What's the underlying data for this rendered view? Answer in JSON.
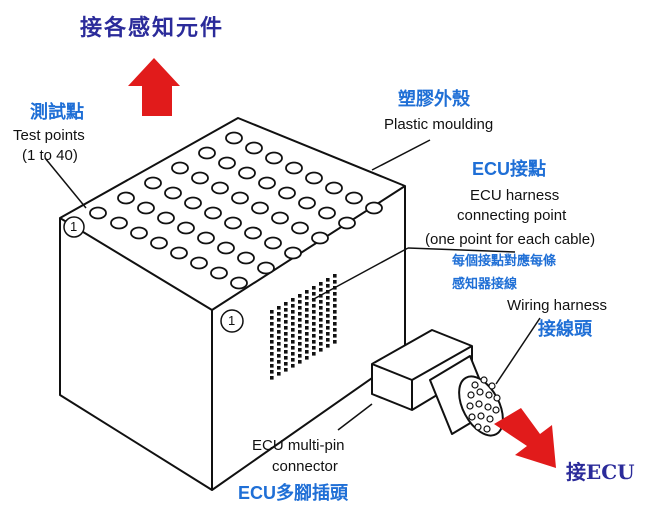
{
  "labels": {
    "top_title": "接各感知元件",
    "test_points_zh": "測試點",
    "test_points_en_1": "Test points",
    "test_points_en_2": "(1 to 40)",
    "plastic_zh": "塑膠外殼",
    "plastic_en": "Plastic moulding",
    "ecu_point_zh": "ECU接點",
    "ecu_point_en_1": "ECU harness",
    "ecu_point_en_2": "connecting point",
    "ecu_point_en_3": "(one point for each cable)",
    "ecu_point_note_1": "每個接點對應每條",
    "ecu_point_note_2": "感知器接線",
    "wiring_en": "Wiring harness",
    "wiring_zh": "接線頭",
    "multipin_en_1": "ECU multi-pin",
    "multipin_en_2": "connector",
    "multipin_zh": "ECU多腳插頭",
    "bottom_right": "接ECU",
    "circle_top": "1",
    "circle_side": "1"
  },
  "colors": {
    "arrow_red": "#e11b1b",
    "label_blue": "#1f6fd6",
    "title_navy": "#2b2b9a",
    "line": "#111111"
  },
  "icons": {
    "up_arrow": "red-up-arrow",
    "down_right_arrow": "red-down-right-arrow"
  }
}
